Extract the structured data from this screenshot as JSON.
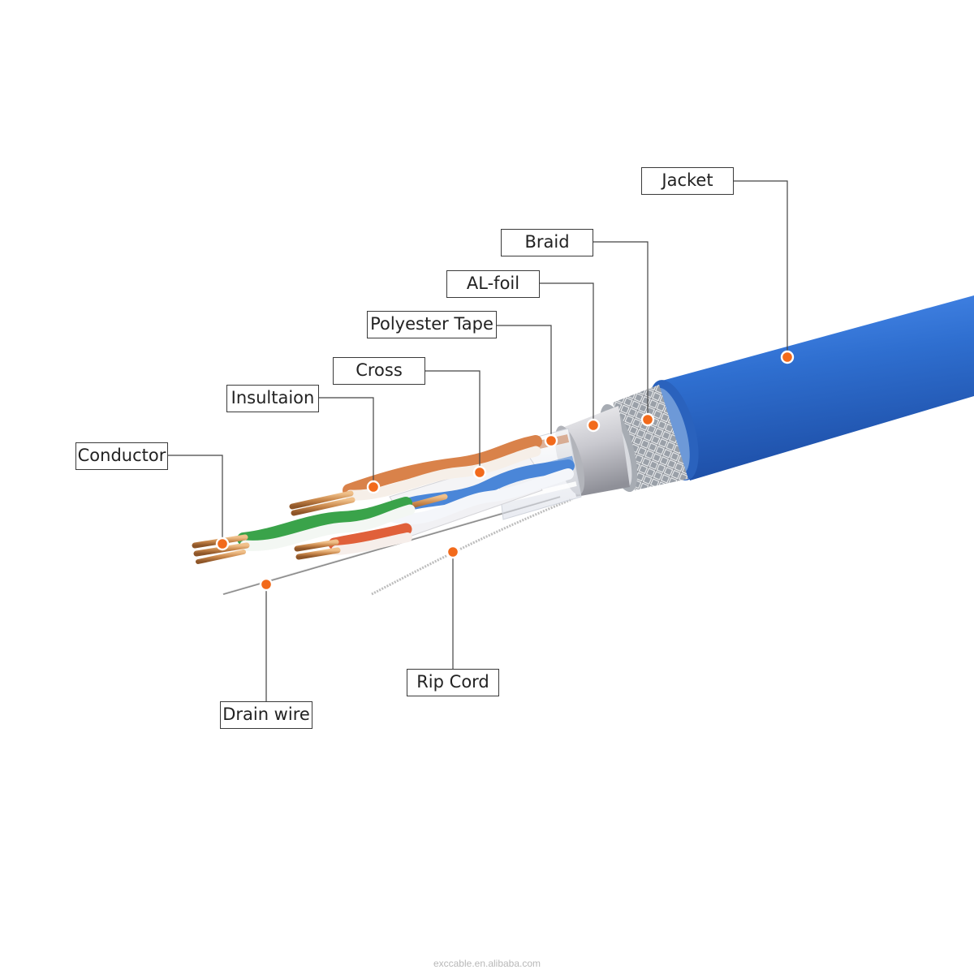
{
  "labels": {
    "jacket": "Jacket",
    "braid": "Braid",
    "al_foil": "AL-foil",
    "polyester_tape": "Polyester Tape",
    "cross": "Cross",
    "insulation": "Insultaion",
    "conductor": "Conductor",
    "drain_wire": "Drain wire",
    "rip_cord": "Rip Cord"
  },
  "watermark": "exccable.en.alibaba.com",
  "colors": {
    "jacket": "#2f6fd0",
    "marker": "#f26a1b",
    "leader_line": "#444444",
    "copper": "#c98a4a",
    "orange_pair": "#d9824a",
    "green_pair": "#3aa34a",
    "blue_pair": "#4a86d8",
    "foil": "#c8c8cc"
  }
}
